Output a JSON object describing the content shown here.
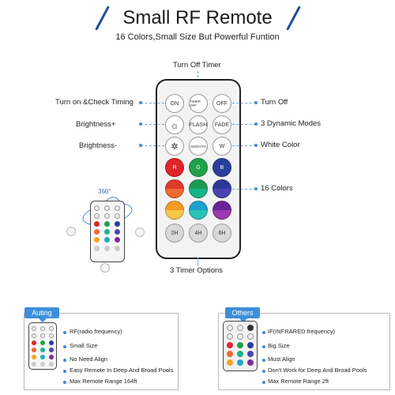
{
  "header": {
    "title": "Small RF Remote",
    "subtitle": "16 Colors,Small Size But Powerful Funtion"
  },
  "callouts": {
    "top": "Turn Off Timer",
    "left1": "Turn on &Check Timing",
    "left2": "Brightness+",
    "left3": "Brightness-",
    "right1": "Turn Off",
    "right2": "3 Dynamic Modes",
    "right3": "White Color",
    "right4": "16 Colors",
    "bottom": "3 Timer Options"
  },
  "remote": {
    "buttons": {
      "on": "ON",
      "timer_off": "TIMER OFF",
      "off": "OFF",
      "flash": "FLASH",
      "fade": "FADE",
      "smooth": "SMOOTH",
      "white": "W",
      "red": "R",
      "green": "G",
      "blue": "B",
      "t2": "2H",
      "t4": "4H",
      "t6": "6H"
    },
    "colors": {
      "red": "#e0242a",
      "green": "#1fa24a",
      "blue": "#2a3f9b",
      "row2": [
        "#e8572a",
        "#19b38a",
        "#3b3fa8"
      ],
      "row3": [
        "#f5a524",
        "#21a7c7",
        "#7d2c9a"
      ],
      "timer": "#d3d3d3"
    }
  },
  "rotation": {
    "label": "360°"
  },
  "compare": {
    "ours": {
      "tag": "Auting",
      "features": [
        "RF(radio frequency)",
        "Small Size",
        "No Need Align",
        "Easy Remote In Deep And Broad Pools",
        "Max Remote Range 164ft"
      ]
    },
    "others": {
      "tag": "Others",
      "features": [
        "IF(INFRARED frequency)",
        "Big Size",
        "Must Align",
        "Don't Work for Deep And Broad Pools",
        "Max Remote Range 2ft"
      ]
    }
  },
  "accent": "#3d8fd9"
}
